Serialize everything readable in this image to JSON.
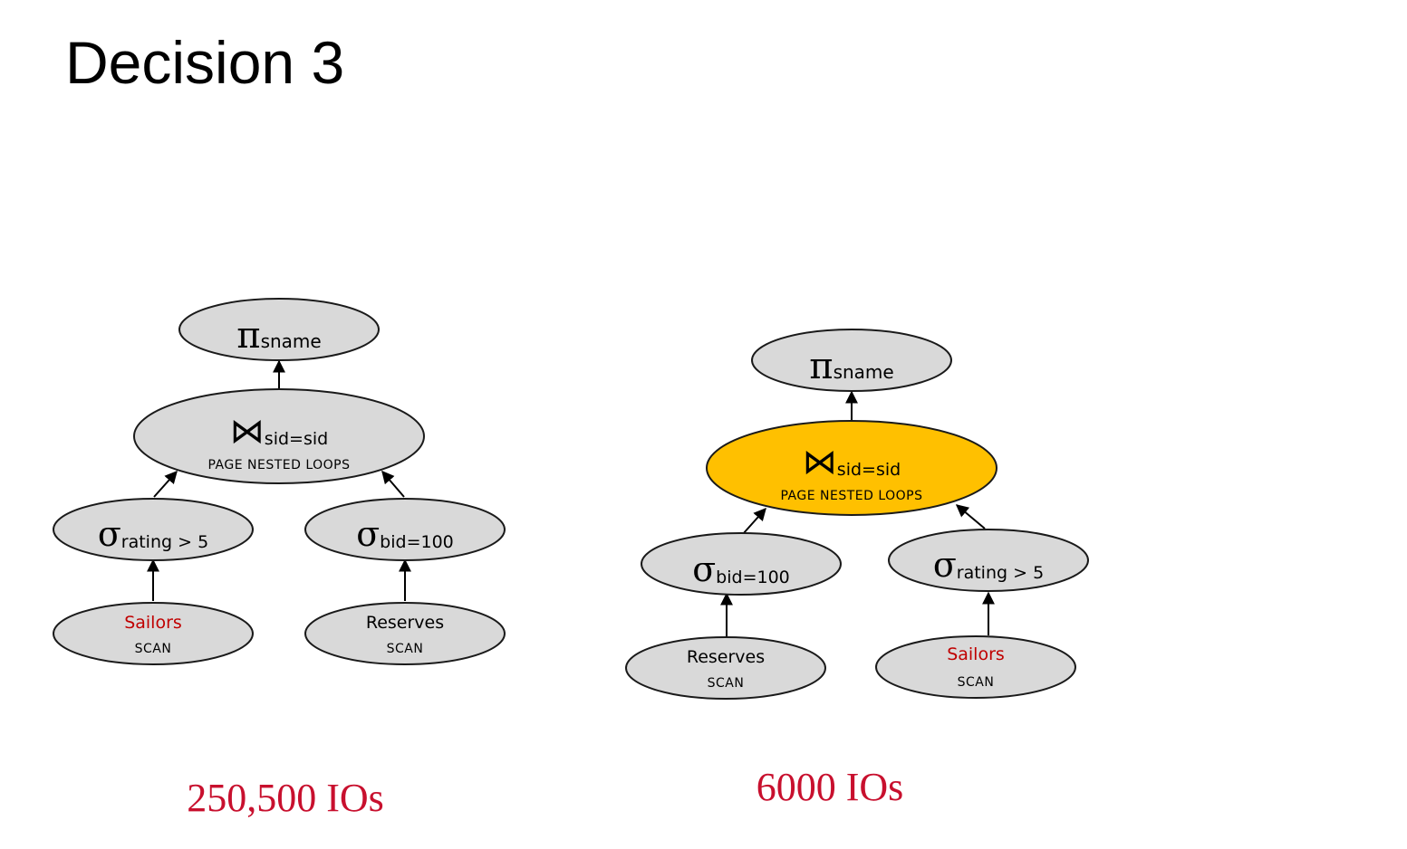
{
  "title": "Decision 3",
  "colors": {
    "node": "#d9d9d9",
    "highlight": "#ffc000",
    "relation_red": "#c00000",
    "cost": "#c8102e"
  },
  "plans": [
    {
      "cost": "250,500 IOs",
      "projection": {
        "symbol": "π",
        "attr": "sname"
      },
      "join": {
        "symbol": "⋈",
        "predicate": "sid=sid",
        "method": "PAGE NESTED LOOPS",
        "highlighted": false
      },
      "left_select": {
        "symbol": "σ",
        "predicate": "rating > 5"
      },
      "right_select": {
        "symbol": "σ",
        "predicate": "bid=100"
      },
      "left_scan": {
        "relation": "Sailors",
        "method": "SCAN",
        "emphasis": true
      },
      "right_scan": {
        "relation": "Reserves",
        "method": "SCAN",
        "emphasis": false
      }
    },
    {
      "cost": "6000 IOs",
      "projection": {
        "symbol": "π",
        "attr": "sname"
      },
      "join": {
        "symbol": "⋈",
        "predicate": "sid=sid",
        "method": "PAGE NESTED LOOPS",
        "highlighted": true
      },
      "left_select": {
        "symbol": "σ",
        "predicate": "bid=100"
      },
      "right_select": {
        "symbol": "σ",
        "predicate": "rating > 5"
      },
      "left_scan": {
        "relation": "Reserves",
        "method": "SCAN",
        "emphasis": false
      },
      "right_scan": {
        "relation": "Sailors",
        "method": "SCAN",
        "emphasis": true
      }
    }
  ]
}
